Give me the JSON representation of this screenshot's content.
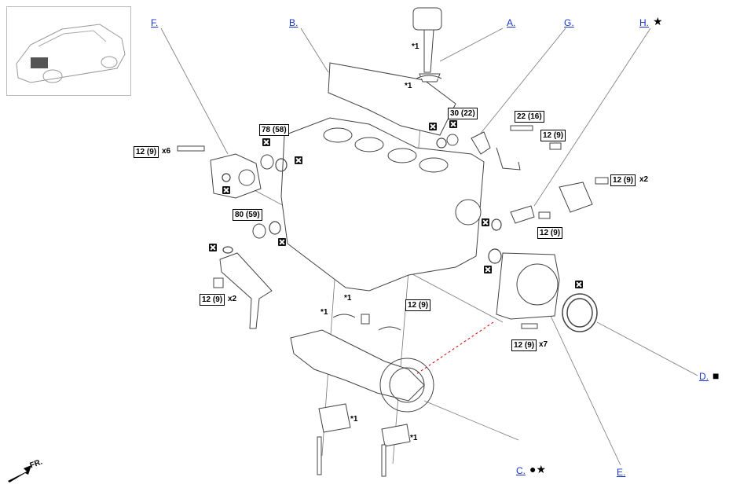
{
  "callouts": {
    "A": {
      "label": "A."
    },
    "B": {
      "label": "B."
    },
    "C": {
      "label": "C.",
      "symbols": "●★"
    },
    "D": {
      "label": "D.",
      "symbols": "■"
    },
    "E": {
      "label": "E."
    },
    "F": {
      "label": "F."
    },
    "G": {
      "label": "G."
    },
    "H": {
      "label": "H.",
      "symbols": "★"
    }
  },
  "torques": {
    "t_12_9_x6": "12 (9)",
    "t_78_58": "78 (58)",
    "t_80_59": "80 (59)",
    "t_12_9_x2_left": "12 (9)",
    "t_30_22": "30 (22)",
    "t_22_16": "22 (16)",
    "t_12_9_g": "12 (9)",
    "t_12_9_x2_right": "12 (9)",
    "t_12_9_h": "12 (9)",
    "t_12_9_mid": "12 (9)",
    "t_12_9_x7": "12 (9)"
  },
  "multipliers": {
    "x6": "x6",
    "x2_left": "x2",
    "x2_right": "x2",
    "x7": "x7"
  },
  "notes": {
    "star1": "*1"
  },
  "front_indicator": "FR.",
  "colors": {
    "link": "#1a33cc",
    "line": "#555555",
    "red_dash": "#d00000"
  }
}
